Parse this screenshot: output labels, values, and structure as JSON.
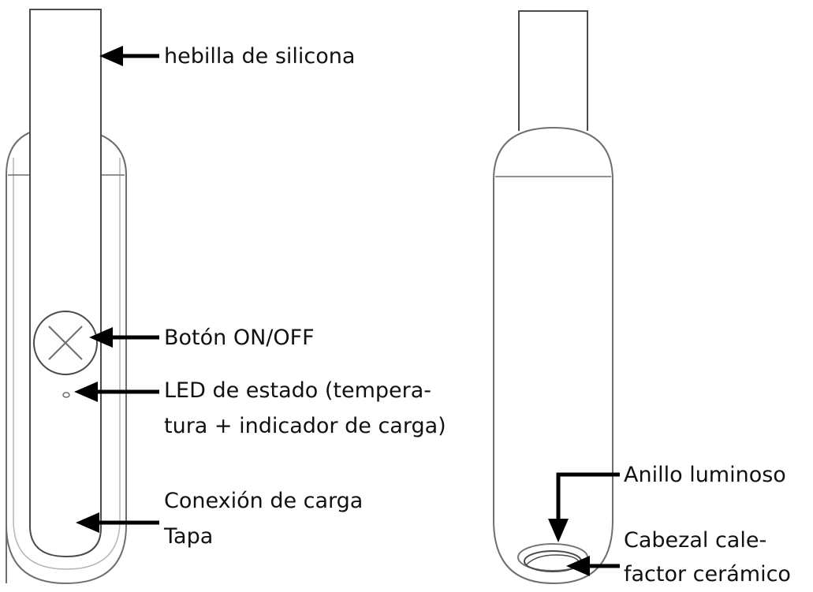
{
  "labels": {
    "silicone_buckle": "hebilla de silicona",
    "power_button": "Botón ON/OFF",
    "status_led_line1": "LED de estado (tempera-",
    "status_led_line2": "tura + indicador de carga)",
    "charging_port": "Conexión de carga",
    "cap": "Tapa",
    "light_ring": "Anillo luminoso",
    "ceramic_head_line1": "Cabezal cale-",
    "ceramic_head_line2": "factor cerámico"
  },
  "colors": {
    "outline": "#6f6f6f",
    "light_outline": "#b5b5b5",
    "arrow": "#000000",
    "text": "#111111"
  }
}
